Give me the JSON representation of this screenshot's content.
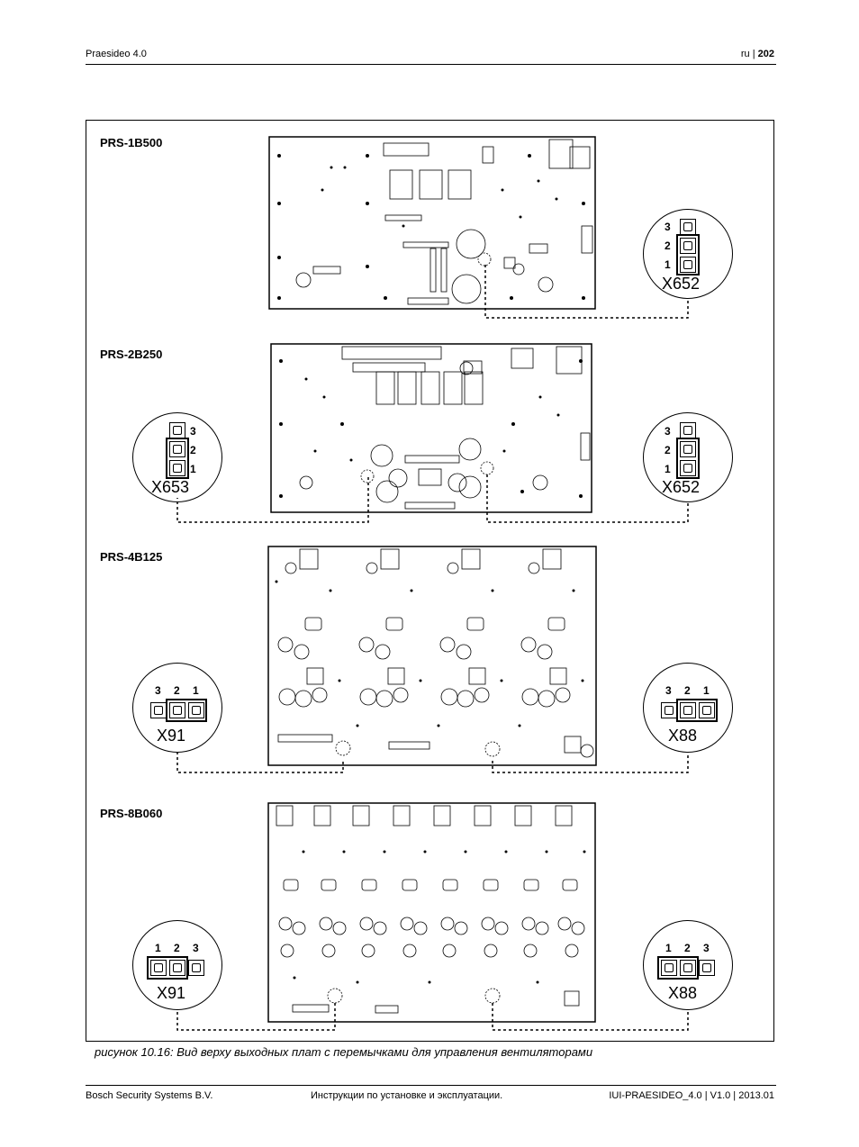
{
  "header": {
    "left": "Praesideo 4.0",
    "right_lang": "ru | ",
    "right_page": "202"
  },
  "boards": [
    {
      "model": "PRS-1B500"
    },
    {
      "model": "PRS-2B250"
    },
    {
      "model": "PRS-4B125"
    },
    {
      "model": "PRS-8B060"
    }
  ],
  "jumpers": {
    "x652_top": {
      "label": "X652",
      "pins": [
        "3",
        "2",
        "1"
      ]
    },
    "x653": {
      "label": "X653",
      "pins": [
        "3",
        "2",
        "1"
      ]
    },
    "x652_mid": {
      "label": "X652",
      "pins": [
        "3",
        "2",
        "1"
      ]
    },
    "x91_a": {
      "label": "X91",
      "pins": [
        "3",
        "2",
        "1"
      ]
    },
    "x88_a": {
      "label": "X88",
      "pins": [
        "3",
        "2",
        "1"
      ]
    },
    "x91_b": {
      "label": "X91",
      "pins": [
        "1",
        "2",
        "3"
      ]
    },
    "x88_b": {
      "label": "X88",
      "pins": [
        "1",
        "2",
        "3"
      ]
    }
  },
  "caption": "рисунок 10.16: Вид верху выходных плат с перемычками для управления вентиляторами",
  "footer": {
    "left": "Bosch Security Systems B.V.",
    "center": "Инструкции по установке и эксплуатации.",
    "right": "IUI-PRAESIDEO_4.0 | V1.0 | 2013.01"
  }
}
